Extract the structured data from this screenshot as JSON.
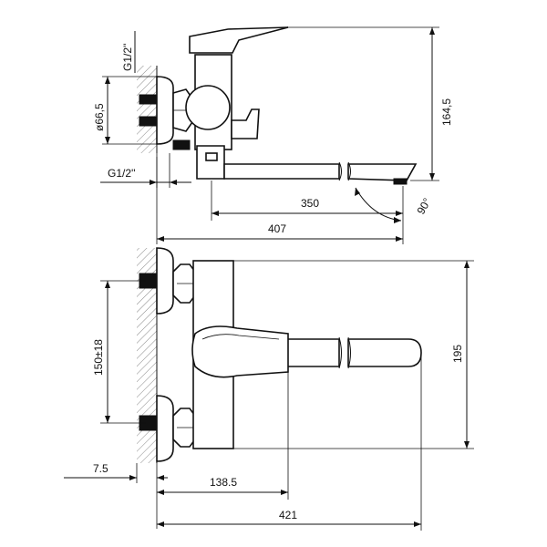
{
  "diagram": {
    "side_view": {
      "labels": {
        "thread_top": "G1/2''",
        "diameter": "ø66,5",
        "thread_bottom": "G1/2''",
        "height": "164,5",
        "spout_length": "350",
        "total_depth": "407",
        "angle": "90°"
      }
    },
    "top_view": {
      "labels": {
        "centers": "150±18",
        "width": "195",
        "wall_offset": "7.5",
        "handle_depth": "138.5",
        "total_length": "421"
      }
    }
  },
  "colors": {
    "line": "#111111",
    "hatch": "#555555",
    "background": "#ffffff"
  }
}
